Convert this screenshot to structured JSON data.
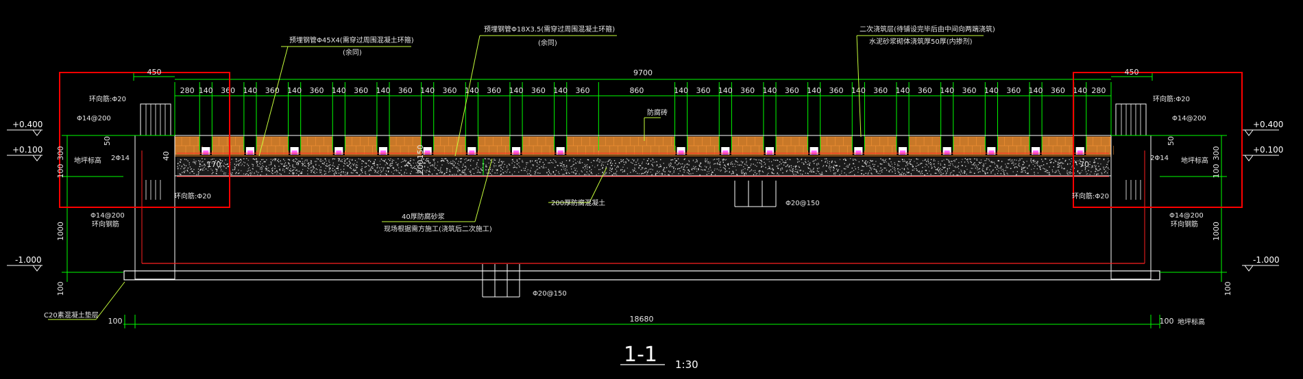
{
  "drawing": {
    "title": "1-1",
    "scale": "1:30"
  },
  "colors": {
    "background": "#000000",
    "dimension": "#00ff00",
    "brick": "#c87828",
    "brick_line": "#ff9a3a",
    "outline": "#ffffff",
    "rebar": "#ff2020",
    "highlight": "#ff0000",
    "leader": "#c8ff3c",
    "concrete": "#ffffff"
  },
  "dimensions": {
    "top_overall": "9700",
    "left_end": "450",
    "right_end": "450",
    "segments": [
      "280",
      "140",
      "360",
      "140",
      "360",
      "140",
      "360",
      "140",
      "360",
      "140",
      "360",
      "140",
      "360",
      "140",
      "360",
      "140",
      "360",
      "140",
      "360",
      "860",
      "140",
      "360",
      "140",
      "360",
      "140",
      "360",
      "140",
      "360",
      "140",
      "360",
      "140",
      "360",
      "140",
      "360",
      "140",
      "360",
      "140",
      "360",
      "140",
      "280"
    ],
    "bottom_overall": "18680",
    "bottom_left": "100",
    "bottom_right": "100",
    "left_height": "1000",
    "left_top_small": "50",
    "left_mid": "300",
    "left_low": "100",
    "right_height": "1000",
    "right_top_small": "50",
    "right_mid": "300",
    "right_low": "100",
    "left_base": "100",
    "right_base": "100",
    "inner_40": "40",
    "inner_170": "170",
    "inner_70": "70",
    "center_150": "150",
    "center_200": "200"
  },
  "elevations": {
    "left_top": "+0.400",
    "left_mid": "+0.100",
    "left_bottom": "-1.000",
    "right_top": "+0.400",
    "right_mid": "+0.100",
    "right_bottom": "-1.000"
  },
  "labels": {
    "steel_pipe_top_l1": "预埋钢管Φ45X4(需穿过周围混凝土环箍)",
    "steel_pipe_top_l2": "(余同)",
    "steel_pipe_mid_l1": "预埋钢管Φ18X3.5(需穿过周围混凝土环箍)",
    "steel_pipe_mid_l2": "(余同)",
    "secondary_l1": "二次浇筑层(待铺设完毕后由中间向两端浇筑)",
    "secondary_l2": "水泥砂浆砌体浇筑厚50厚(内掺剂)",
    "anti_corrosion": "防腐砖",
    "ring_rebar_top_left": "环向筋:Φ20",
    "ring_rebar_top_right": "环向筋:Φ20",
    "phi14_top_left": "Φ14@200",
    "phi14_top_right": "Φ14@200",
    "two_phi14_left": "2Φ14",
    "two_phi14_right": "2Φ14",
    "ground_left": "地坪标高",
    "ground_right": "地坪标高",
    "ring_rebar_bottom_left": "环向筋:Φ20",
    "ring_rebar_bottom_right": "环向筋:Φ20",
    "phi14_bottom_left_l1": "Φ14@200",
    "phi14_bottom_left_l2": "环向钢筋",
    "phi14_bottom_right_l1": "Φ14@200",
    "phi14_bottom_right_l2": "环向钢筋",
    "sand_l1": "40厚防腐砂浆",
    "sand_l2": "现场根据需方施工(浇筑后二次施工)",
    "concrete_200": "200厚防腐混凝土",
    "rebar_center": "Φ20@150",
    "rebar_bottom": "Φ20@150",
    "c20": "C20素混凝土垫层",
    "ground_right_bottom": "地坪标高"
  }
}
